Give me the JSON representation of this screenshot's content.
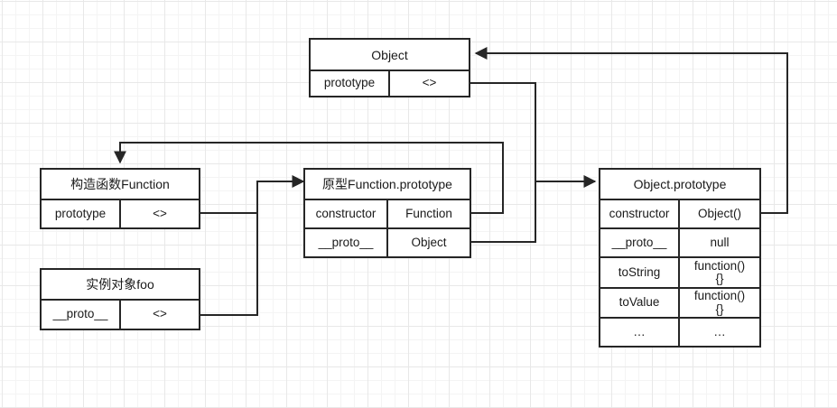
{
  "diagram": {
    "title_text": "JavaScript prototype chain diagram",
    "line_color": "#262626",
    "text_color": "#1a1a1a",
    "background": "#ffffff",
    "grid_color": "#e8e8e8"
  },
  "nodes": {
    "object": {
      "title": "Object",
      "rows": [
        {
          "key": "prototype",
          "value": "<>"
        }
      ]
    },
    "function_ctor": {
      "title": "构造函数Function",
      "rows": [
        {
          "key": "prototype",
          "value": "<>"
        }
      ]
    },
    "foo_instance": {
      "title": "实例对象foo",
      "rows": [
        {
          "key": "__proto__",
          "value": "<>"
        }
      ]
    },
    "function_prototype": {
      "title": "原型Function.prototype",
      "rows": [
        {
          "key": "constructor",
          "value": "Function"
        },
        {
          "key": "__proto__",
          "value": "Object"
        }
      ]
    },
    "object_prototype": {
      "title": "Object.prototype",
      "rows": [
        {
          "key": "constructor",
          "value": "Object()"
        },
        {
          "key": "__proto__",
          "value": "null"
        },
        {
          "key": "toString",
          "value": "function()\n{}"
        },
        {
          "key": "toValue",
          "value": "function()\n{}"
        },
        {
          "key": "…",
          "value": "…"
        }
      ]
    }
  },
  "edges": [
    {
      "name": "function-prototype-constructor-to-function-ctor",
      "from": "function_prototype.constructor",
      "to": "function_ctor.title"
    },
    {
      "name": "function-ctor-prototype-to-function-prototype",
      "from": "function_ctor.prototype",
      "to": "function_prototype.title"
    },
    {
      "name": "foo-proto-to-function-prototype",
      "from": "foo_instance.__proto__",
      "to": "function_prototype.title"
    },
    {
      "name": "object-prototype-row-to-function-prototype-proto",
      "from": "object.prototype",
      "to": "function_prototype.__proto__"
    },
    {
      "name": "function-prototype-proto-to-object-prototype",
      "from": "function_prototype.__proto__",
      "to": "object_prototype.title"
    },
    {
      "name": "object-prototype-constructor-to-object",
      "from": "object_prototype.constructor",
      "to": "object.title"
    }
  ]
}
